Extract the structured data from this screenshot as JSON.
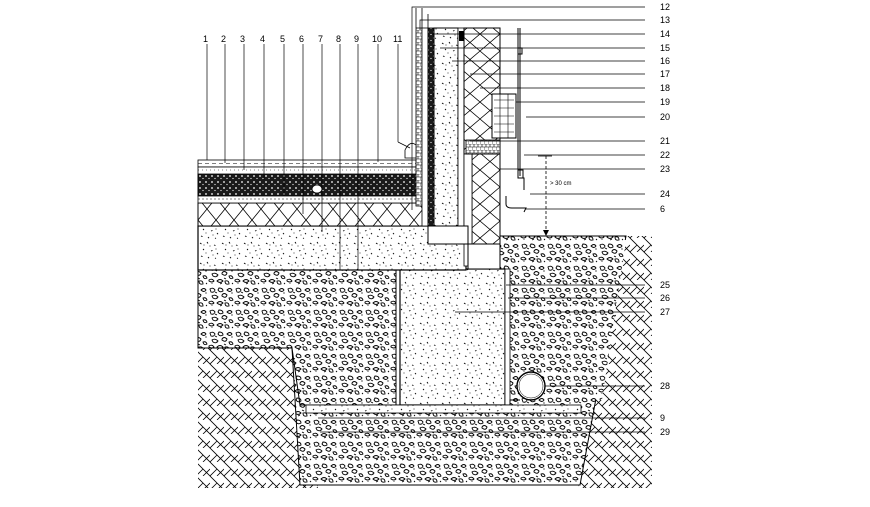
{
  "drawing": {
    "top_callouts": [
      "1",
      "2",
      "3",
      "4",
      "5",
      "6",
      "7",
      "8",
      "9",
      "10",
      "11"
    ],
    "right_callouts_upper": [
      "12",
      "13",
      "14",
      "15",
      "16",
      "17",
      "18",
      "19",
      "20",
      "21",
      "22",
      "23",
      "24",
      "6"
    ],
    "right_callouts_lower": [
      "25",
      "26",
      "27",
      "28",
      "9",
      "29"
    ],
    "dimension_label": "> 30 cm"
  }
}
